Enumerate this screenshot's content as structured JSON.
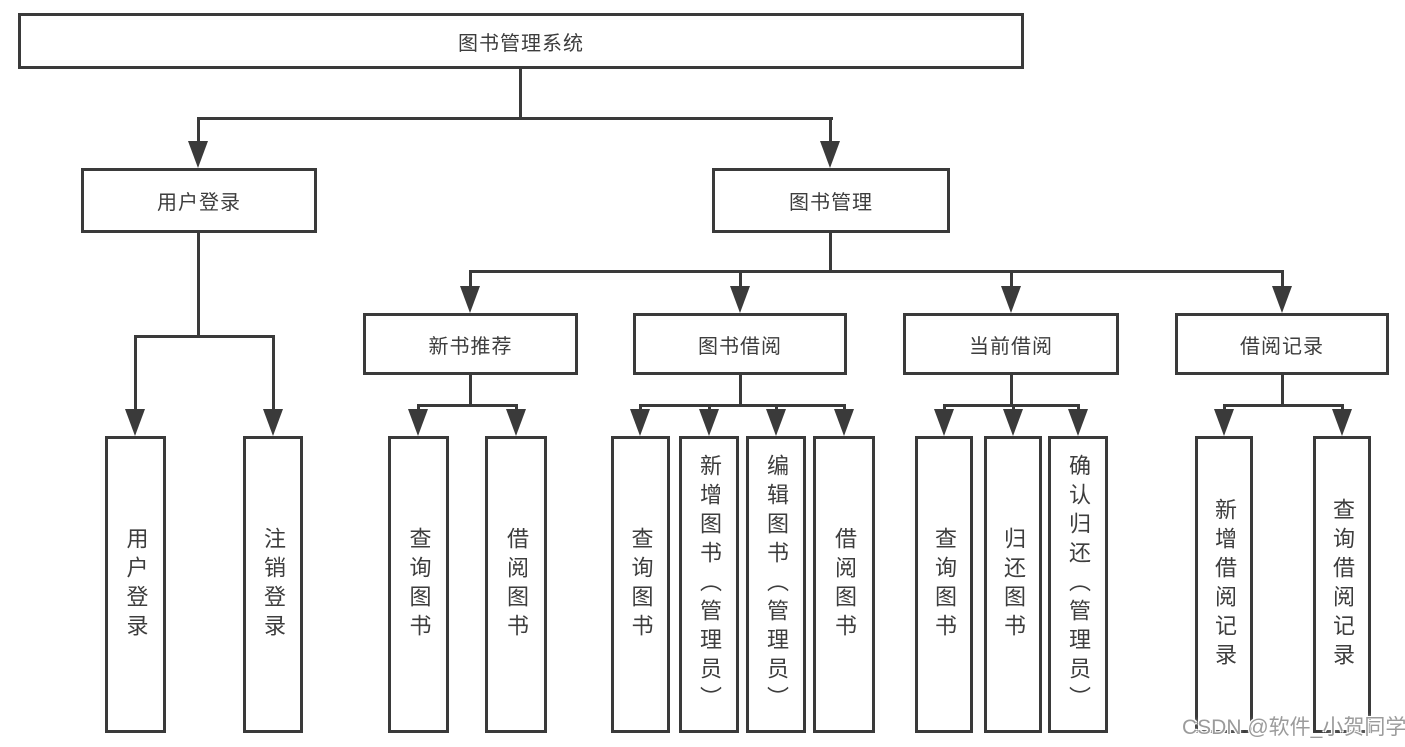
{
  "diagram": {
    "root": {
      "label": "图书管理系统"
    },
    "level2": [
      {
        "label": "用户登录",
        "children": [
          {
            "label": "用户登录"
          },
          {
            "label": "注销登录"
          }
        ]
      },
      {
        "label": "图书管理",
        "children": [
          {
            "label": "新书推荐",
            "children": [
              {
                "label": "查询图书"
              },
              {
                "label": "借阅图书"
              }
            ]
          },
          {
            "label": "图书借阅",
            "children": [
              {
                "label": "查询图书"
              },
              {
                "label": "新增图书（管理员）"
              },
              {
                "label": "编辑图书（管理员）"
              },
              {
                "label": "借阅图书"
              }
            ]
          },
          {
            "label": "当前借阅",
            "children": [
              {
                "label": "查询图书"
              },
              {
                "label": "归还图书"
              },
              {
                "label": "确认归还（管理员）"
              }
            ]
          },
          {
            "label": "借阅记录",
            "children": [
              {
                "label": "新增借阅记录"
              },
              {
                "label": "查询借阅记录"
              }
            ]
          }
        ]
      }
    ]
  },
  "watermark": {
    "text": "CSDN @软件_小贺同学",
    "color": "#9b9b9b"
  },
  "colors": {
    "line": "#3a3a3a",
    "box_border": "#3a3a3a",
    "text": "#3d3d3d",
    "background": "#ffffff"
  }
}
